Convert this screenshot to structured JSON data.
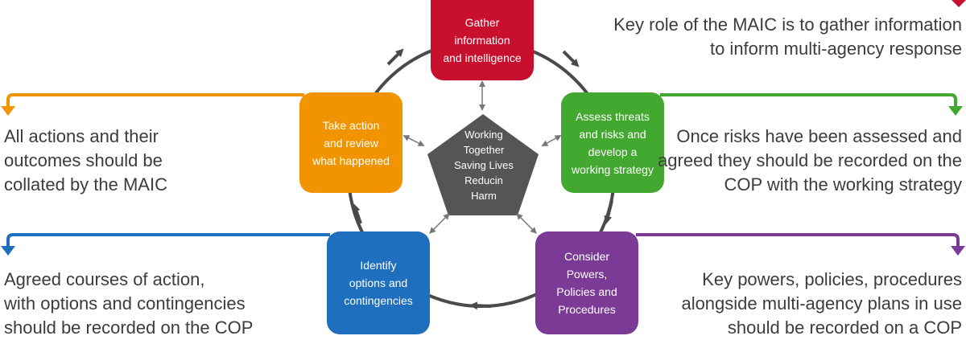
{
  "colors": {
    "red": "#c8102e",
    "green": "#43a830",
    "purple": "#7b3a96",
    "blue": "#1f6fbf",
    "orange": "#f29400",
    "center": "#555555",
    "cycle": "#4a4a4a"
  },
  "center": {
    "label": "Working\nTogether\nSaving Lives\nReducin\nHarm"
  },
  "steps": {
    "gather": "Gather\ninformation\nand intelligence",
    "assess": "Assess threats\nand risks and\ndevelop a\nworking strategy",
    "consider": "Consider\nPowers,\nPolicies and\nProcedures",
    "identify": "Identify\noptions and\ncontingencies",
    "take_action": "Take action\nand review\nwhat happened"
  },
  "notes": {
    "gather": "Key role of the MAIC is to gather information\nto inform multi-agency response",
    "assess": "Once risks have been assessed and\nagreed they should be recorded on the\nCOP with the working strategy",
    "consider": "Key powers, policies, procedures\nalongside multi-agency plans in use\nshould be recorded on a COP",
    "identify": "Agreed courses of action,\nwith options and contingencies\nshould be recorded on the COP",
    "take_action": "All actions and their\noutcomes should be\ncollated by the MAIC"
  }
}
